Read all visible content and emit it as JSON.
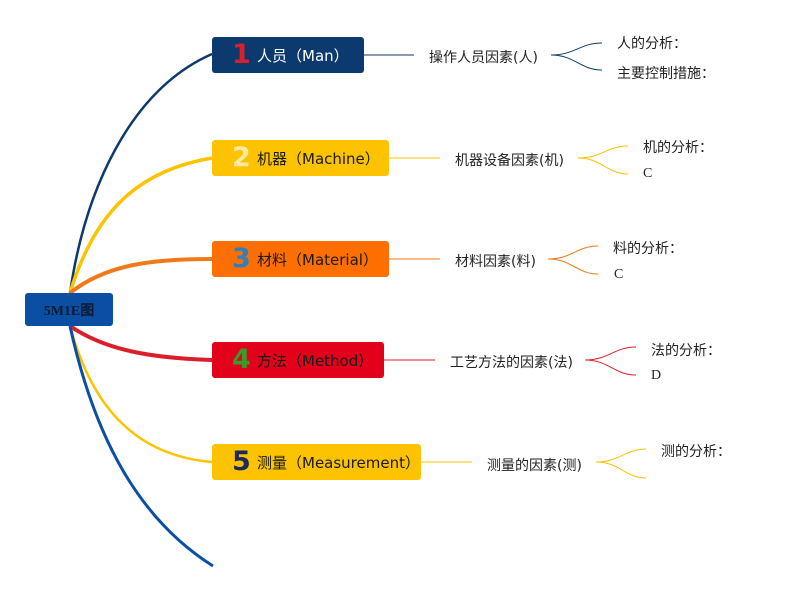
{
  "root": {
    "label": "5M1E图"
  },
  "categories": [
    {
      "num": "1",
      "label": "人员（Man）",
      "color": "#0d3a6e",
      "num_color": "#d9202a",
      "text_color": "#ffffff",
      "cause": "操作人员因素(人)",
      "details": [
        "人的分析：",
        "主要控制措施："
      ]
    },
    {
      "num": "2",
      "label": "机器（Machine）",
      "color": "#fdc300",
      "num_color": "#fde9a0",
      "text_color": "#1a1a1a",
      "cause": "机器设备因素(机)",
      "details": [
        "机的分析：",
        "C"
      ]
    },
    {
      "num": "3",
      "label": "材料（Material）",
      "color": "#ff6f00",
      "num_color": "#2f7fc1",
      "text_color": "#1a1a1a",
      "cause": "材料因素(料)",
      "details": [
        "料的分析：",
        "C"
      ]
    },
    {
      "num": "4",
      "label": "方法（Method）",
      "color": "#e2001a",
      "num_color": "#3a9a2a",
      "text_color": "#1a1a1a",
      "cause": "工艺方法的因素(法)",
      "details": [
        "法的分析：",
        "D"
      ]
    },
    {
      "num": "5",
      "label": "测量（Measurement）",
      "color": "#fdc300",
      "num_color": "#1a2a5c",
      "text_color": "#1a1a1a",
      "cause": "测量的因素(测)",
      "details": [
        "测的分析："
      ]
    }
  ],
  "branch_colors": {
    "man": "#0d3a6e",
    "machine": "#fdc300",
    "material": "#f07a1a",
    "method": "#d9202a",
    "measurement": "#fdc300",
    "tail": "#0a4fa3"
  }
}
